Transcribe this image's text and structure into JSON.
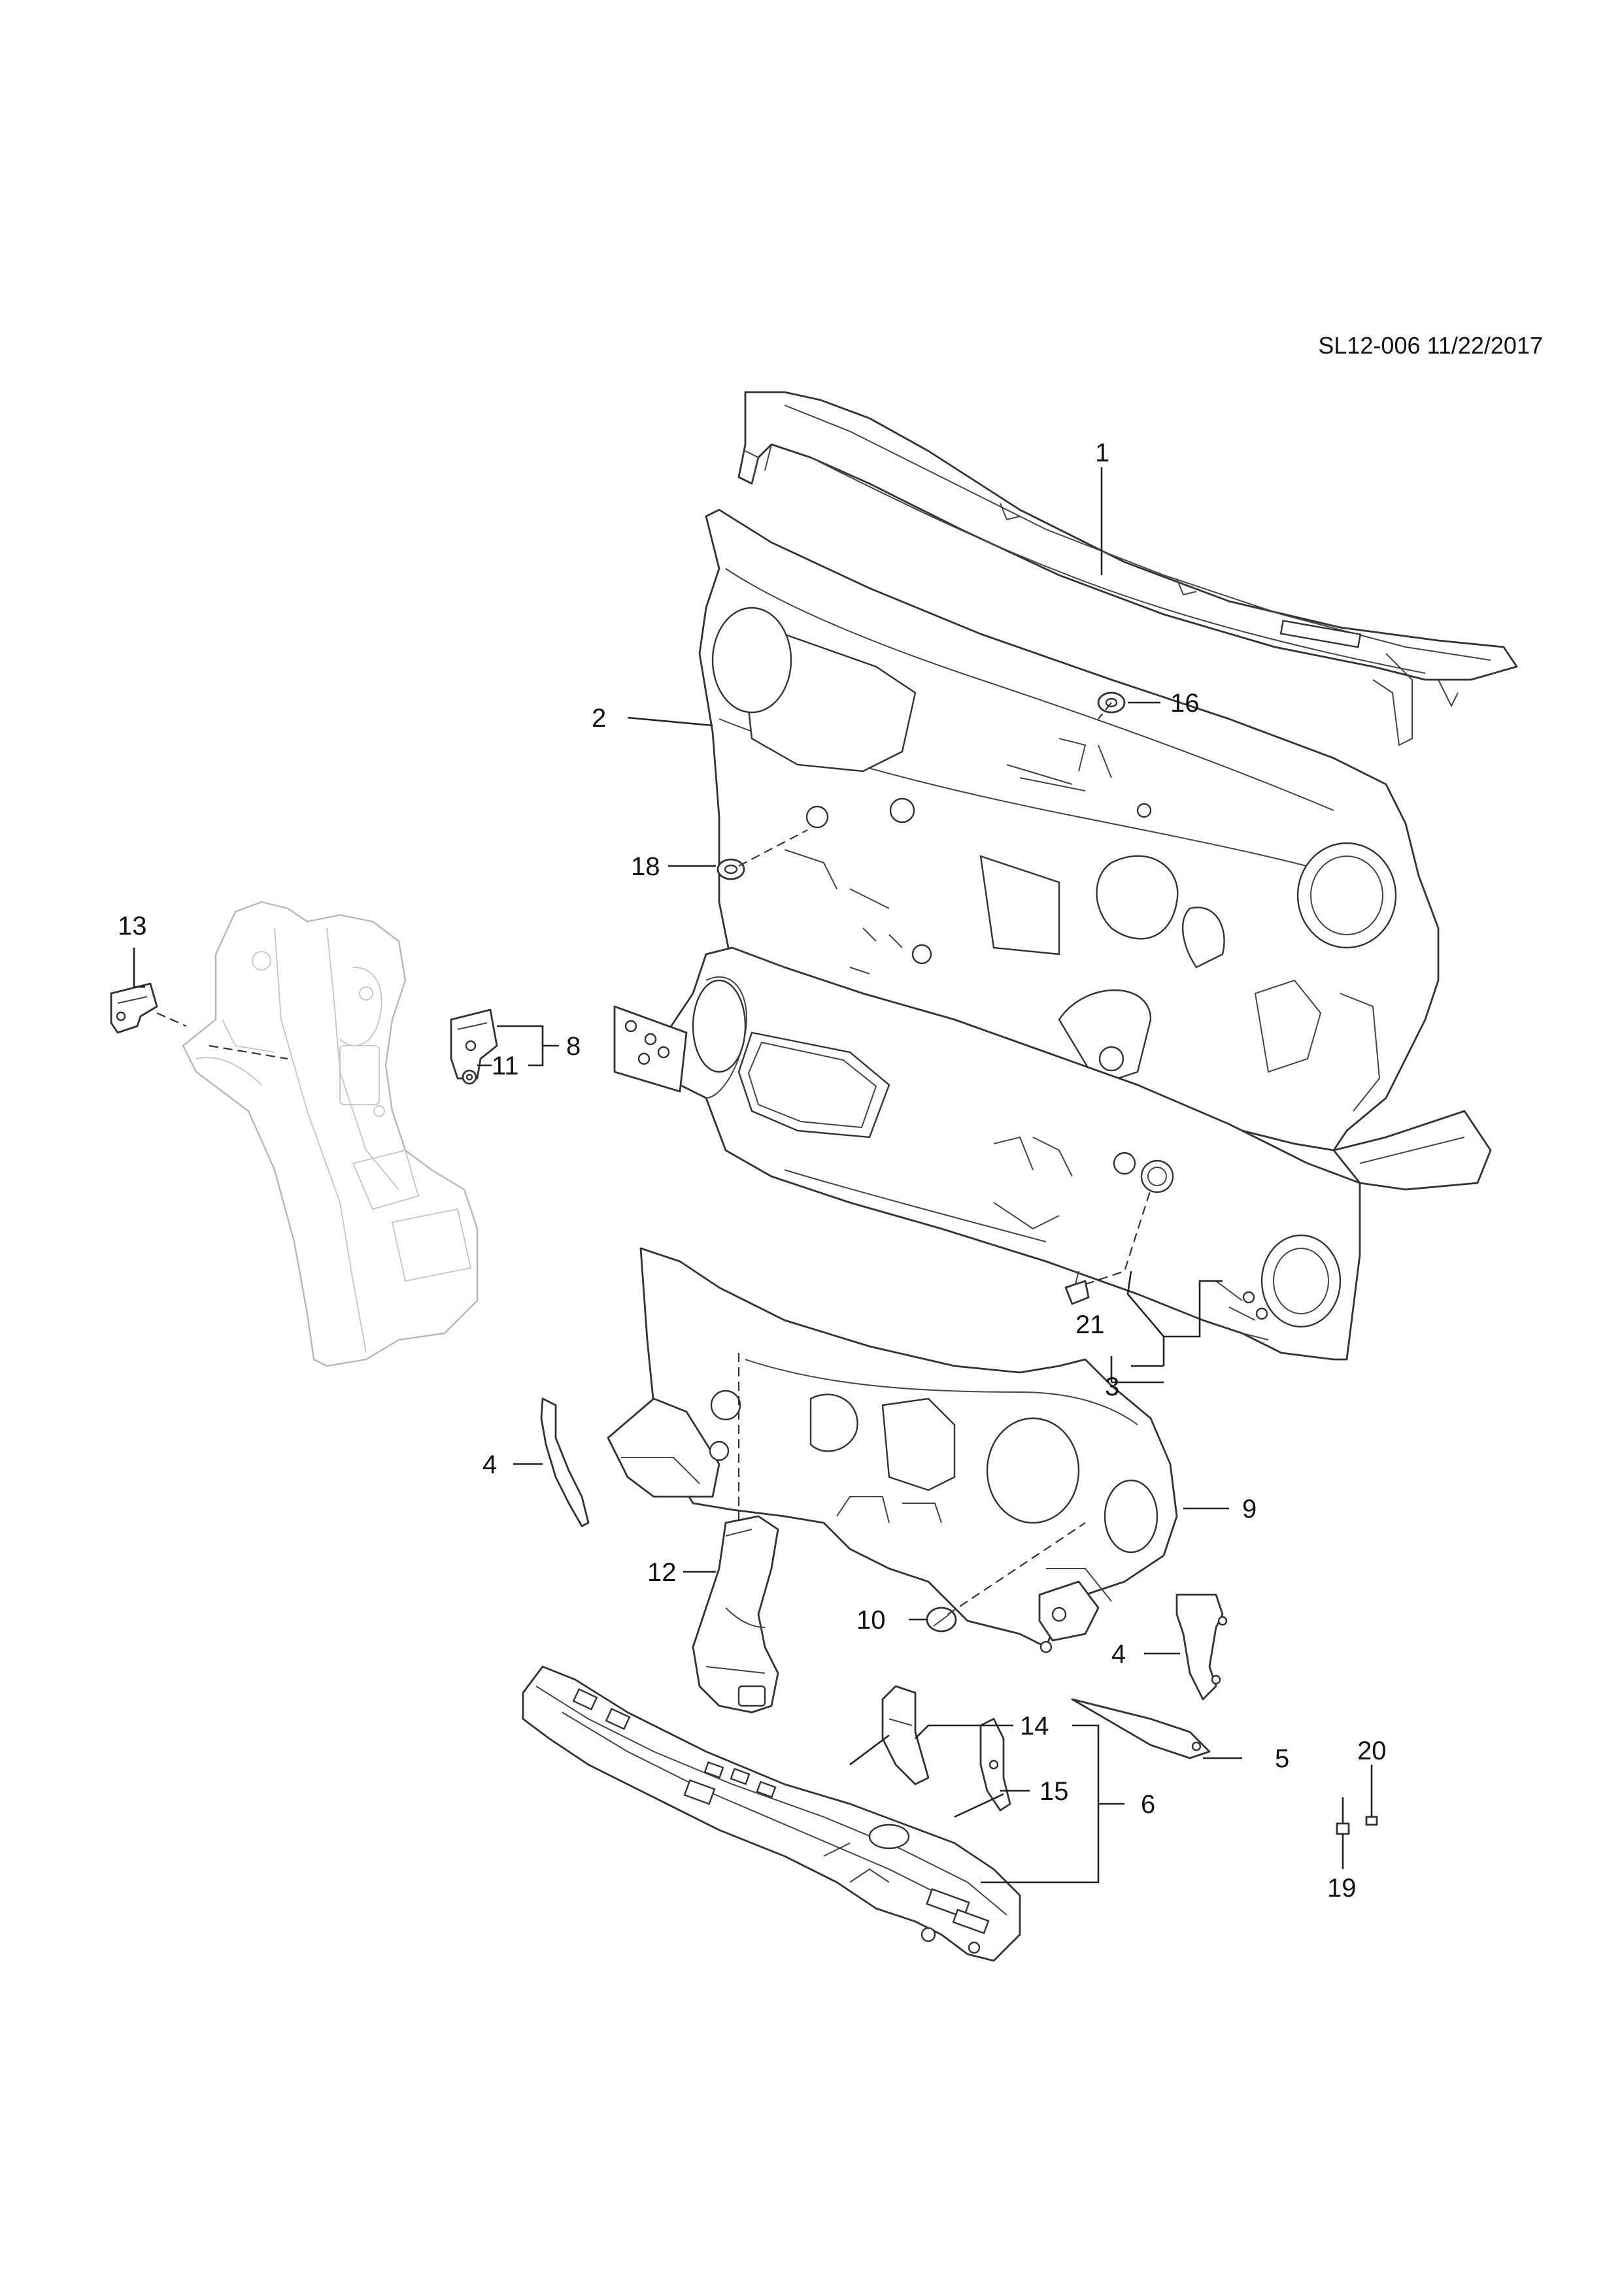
{
  "header": {
    "doc_id": "SL12-006 11/22/2017"
  },
  "callouts": [
    "1",
    "2",
    "3",
    "4",
    "4",
    "5",
    "6",
    "8",
    "9",
    "10",
    "11",
    "12",
    "13",
    "14",
    "15",
    "16",
    "18",
    "19",
    "20",
    "21"
  ]
}
